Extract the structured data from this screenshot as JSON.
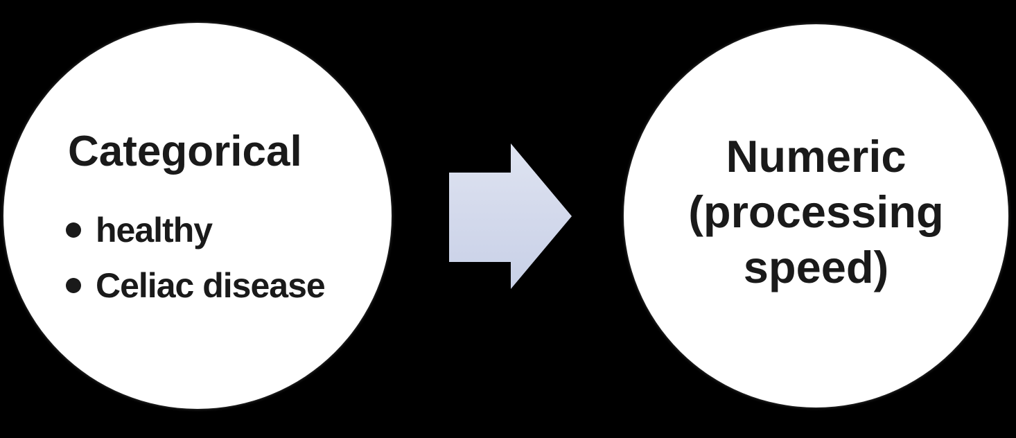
{
  "diagram": {
    "background_color": "#000000",
    "text_color": "#1a1a1a",
    "arrow": {
      "direction": "right",
      "color_top": "#dfe4f1",
      "color_bottom": "#c8d0e7"
    },
    "left_node": {
      "shape": "circle",
      "fill": "#ffffff",
      "title": "Categorical",
      "bullet_glyph": "•",
      "bullets": [
        "healthy",
        "Celiac disease"
      ]
    },
    "right_node": {
      "shape": "circle",
      "fill": "#ffffff",
      "label": "Numeric (processing speed)",
      "lines": [
        "Numeric",
        "(processing",
        "speed)"
      ]
    }
  }
}
